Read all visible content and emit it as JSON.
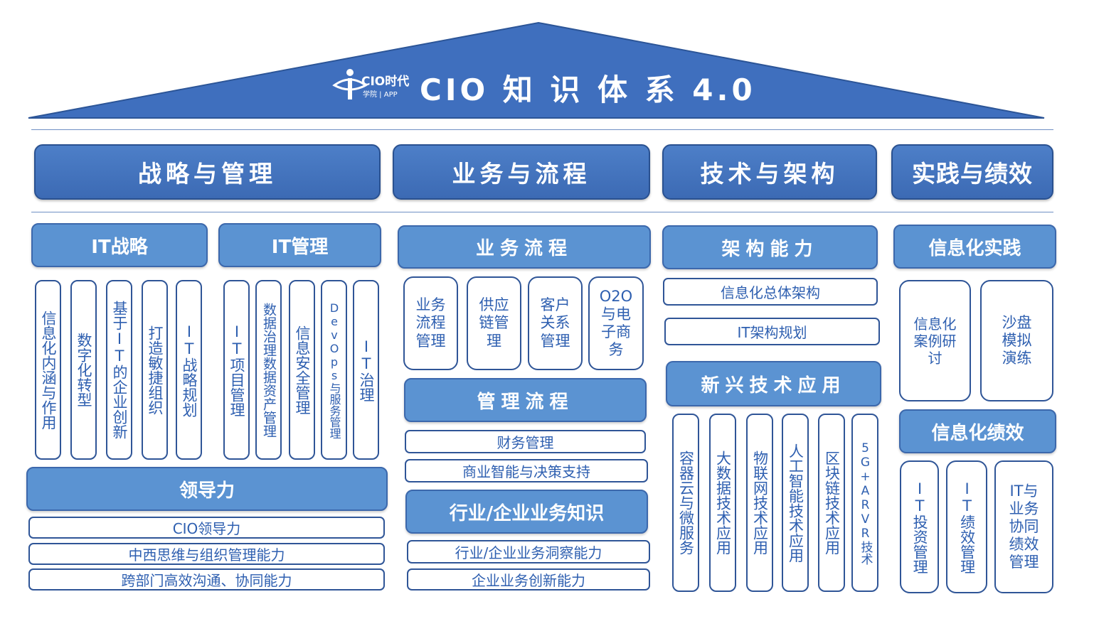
{
  "header": {
    "title": "CIO 知 识 体 系 4.0",
    "logo_text": "CIO时代",
    "logo_subtext": "学院 | APP"
  },
  "colors": {
    "roof": "#3f6fbe",
    "category": "#4473c0",
    "subcategory": "#5b93d2",
    "item_border": "#2f5597",
    "item_text": "#2e5fb0"
  },
  "categories": {
    "strategy": "战略与管理",
    "business": "业务与流程",
    "tech": "技术与架构",
    "practice": "实践与绩效"
  },
  "strategy": {
    "it_strategy": {
      "title": "IT战略",
      "items": [
        "信息化内涵与作用",
        "数字化转型",
        "基于IT的企业创新",
        "打造敏捷组织",
        "IT战略规划"
      ]
    },
    "it_management": {
      "title": "IT管理",
      "items": [
        "IT项目管理",
        "数据治理数据资产管理",
        "信息安全管理",
        "DevOps与服务管理",
        "IT治理"
      ]
    },
    "leadership": {
      "title": "领导力",
      "items": [
        "CIO领导力",
        "中西思维与组织管理能力",
        "跨部门高效沟通、协同能力"
      ]
    }
  },
  "business": {
    "process": {
      "title": "业务流程",
      "items": [
        "业务流程管理",
        "供应链管理",
        "客户关系管理",
        "O2O与电子商务"
      ]
    },
    "mgmt_process": {
      "title": "管理流程",
      "items": [
        "财务管理",
        "商业智能与决策支持"
      ]
    },
    "industry": {
      "title": "行业/企业业务知识",
      "items": [
        "行业/企业业务洞察能力",
        "企业业务创新能力"
      ]
    }
  },
  "tech": {
    "architecture": {
      "title": "架构能力",
      "items": [
        "信息化总体架构",
        "IT架构规划"
      ]
    },
    "emerging": {
      "title": "新兴技术应用",
      "items": [
        "容器云与微服务",
        "大数据技术应用",
        "物联网技术应用",
        "人工智能技术应用",
        "区块链技术应用",
        "5G+ARVR技术"
      ]
    }
  },
  "practice": {
    "it_practice": {
      "title": "信息化实践",
      "items": [
        "信息化案例研讨",
        "沙盘模拟演练"
      ]
    },
    "performance": {
      "title": "信息化绩效",
      "items": [
        "IT投资管理",
        "IT绩效管理",
        "IT与业务协同绩效管理"
      ]
    }
  }
}
